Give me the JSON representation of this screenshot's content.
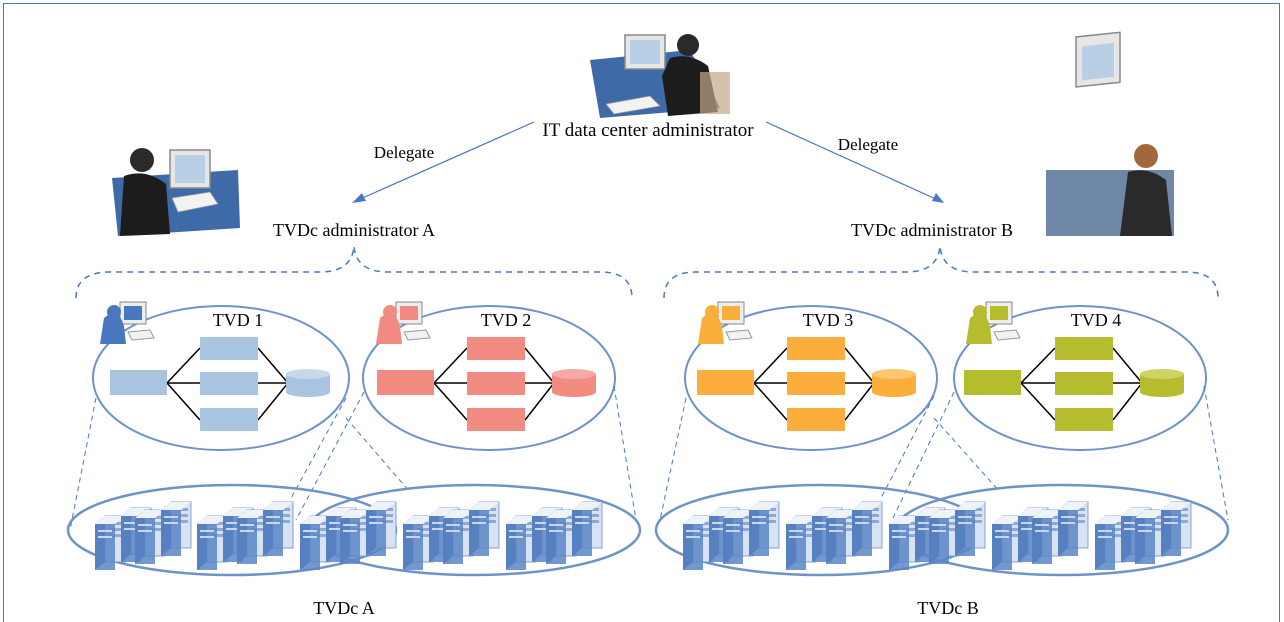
{
  "labels": {
    "it_admin": "IT data center administrator",
    "delegate_left": "Delegate",
    "delegate_right": "Delegate",
    "admin_a": "TVDc administrator A",
    "admin_b": "TVDc administrator B",
    "tvd1": "TVD 1",
    "tvd2": "TVD 2",
    "tvd3": "TVD 3",
    "tvd4": "TVD 4",
    "tvdc_a": "TVDc A",
    "tvdc_b": "TVDc B"
  },
  "colors": {
    "frame": "#4a78c0",
    "tvd1": "#a8c4e0",
    "tvd2": "#f28b82",
    "tvd3": "#fbae3c",
    "tvd4": "#b5bd2e",
    "server": "#5b86c5"
  },
  "icons": [
    "admin-workstation-icon",
    "server-rack-icon",
    "database-icon",
    "user-icon"
  ]
}
